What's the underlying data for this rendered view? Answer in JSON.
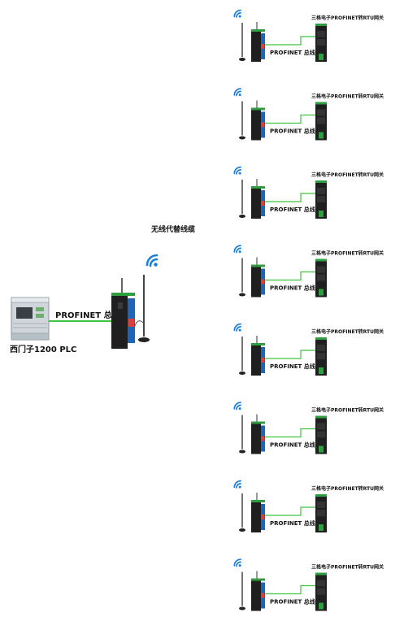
{
  "main": {
    "plc_label": "西门子1200 PLC",
    "bus_label": "PROFINET 总线",
    "wireless_label": "无线代替线缆"
  },
  "node": {
    "bus_label": "PROFINET 总线",
    "gateway_label": "三格电子PROFINET转RTU网关"
  },
  "node_count": 8,
  "colors": {
    "link": "#3ec43e",
    "wifi": "#1e7fd6",
    "device_body": "#1f1f1f",
    "device_panel": "#1d65b8",
    "device_top": "#2f9e3f",
    "plc_body": "#cfd5da"
  }
}
